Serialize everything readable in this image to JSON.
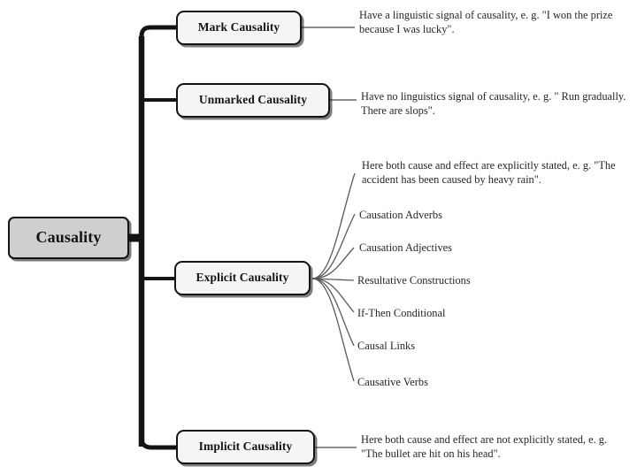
{
  "diagram": {
    "title": "Causality taxonomy mind map",
    "root": {
      "label": "Causality",
      "fill_color": "#cfcfcf",
      "border_color": "#141414"
    },
    "branch_color": "#141414",
    "connector_color": "#5a5a5a",
    "background_color": "#ffffff",
    "branches": [
      {
        "label": "Mark Causality",
        "description": "Have a linguistic signal of causality, e. g. \"I won the prize because I was lucky\"."
      },
      {
        "label": "Unmarked Causality",
        "description": "Have no linguistics signal of causality, e. g. \" Run gradually. There are slops\"."
      },
      {
        "label": "Explicit Causality",
        "description": "Here both cause and effect are explicitly stated, e. g. \"The accident has been caused by heavy rain\".",
        "children": [
          "Causation Adverbs",
          "Causation Adjectives",
          "Resultative Constructions",
          "If-Then Conditional",
          "Causal Links",
          "Causative Verbs"
        ]
      },
      {
        "label": "Implicit Causality",
        "description": "Here both cause and effect are not explicitly stated, e. g. \"The bullet are hit on his head\"."
      }
    ]
  }
}
